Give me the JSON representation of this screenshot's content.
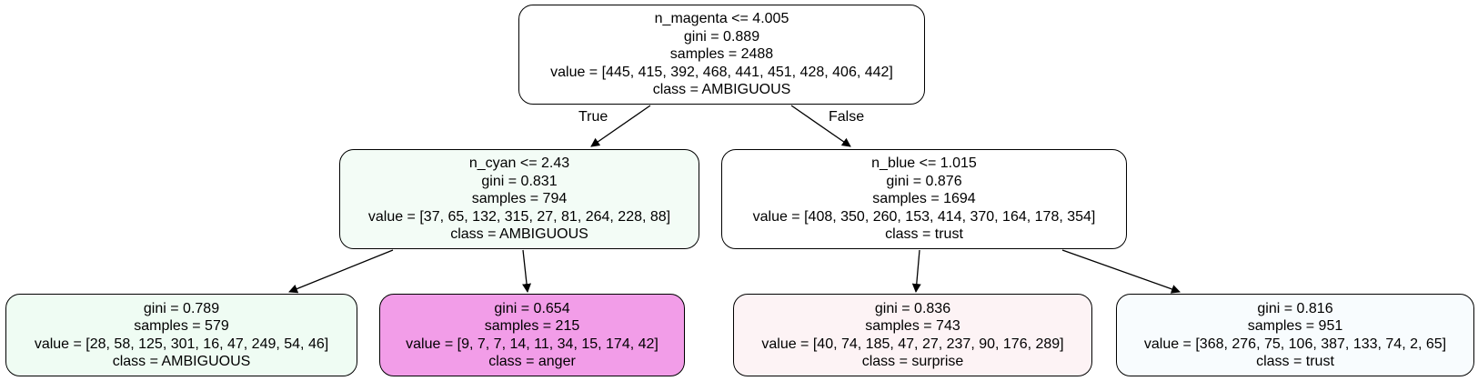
{
  "tree": {
    "edge_labels": {
      "true_label": "True",
      "false_label": "False"
    },
    "nodes": [
      {
        "id": "root",
        "condition": "n_magenta <= 4.005",
        "gini": "gini = 0.889",
        "samples": "samples = 2488",
        "value": "value = [445, 415, 392, 468, 441, 451, 428, 406, 442]",
        "class": "class = AMBIGUOUS",
        "fill": "#ffffff"
      },
      {
        "id": "left",
        "condition": "n_cyan <= 2.43",
        "gini": "gini = 0.831",
        "samples": "samples = 794",
        "value": "value = [37, 65, 132, 315, 27, 81, 264, 228, 88]",
        "class": "class = AMBIGUOUS",
        "fill": "#f3fcf6"
      },
      {
        "id": "right",
        "condition": "n_blue <= 1.015",
        "gini": "gini = 0.876",
        "samples": "samples = 1694",
        "value": "value = [408, 350, 260, 153, 414, 370, 164, 178, 354]",
        "class": "class = trust",
        "fill": "#ffffff"
      },
      {
        "id": "leaf1",
        "gini": "gini = 0.789",
        "samples": "samples = 579",
        "value": "value = [28, 58, 125, 301, 16, 47, 249, 54, 46]",
        "class": "class = AMBIGUOUS",
        "fill": "#effcf3"
      },
      {
        "id": "leaf2",
        "gini": "gini = 0.654",
        "samples": "samples = 215",
        "value": "value = [9, 7, 7, 14, 11, 34, 15, 174, 42]",
        "class": "class = anger",
        "fill": "#f29de8"
      },
      {
        "id": "leaf3",
        "gini": "gini = 0.836",
        "samples": "samples = 743",
        "value": "value = [40, 74, 185, 47, 27, 237, 90, 176, 289]",
        "class": "class = surprise",
        "fill": "#fdf3f5"
      },
      {
        "id": "leaf4",
        "gini": "gini = 0.816",
        "samples": "samples = 951",
        "value": "value = [368, 276, 75, 106, 387, 133, 74, 2, 65]",
        "class": "class = trust",
        "fill": "#f8fcfe"
      }
    ]
  }
}
